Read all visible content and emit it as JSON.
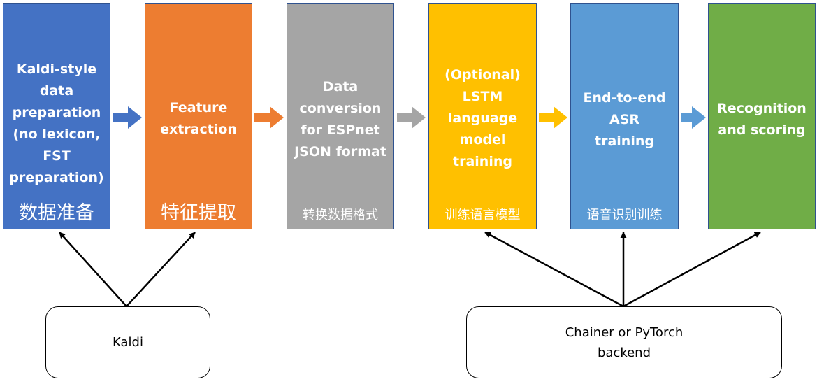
{
  "steps": [
    {
      "title": "Kaldi-style\ndata\npreparation\n(no lexicon,\nFST\npreparation)",
      "subtitle_cn": "数据准备",
      "color": "#4472c4"
    },
    {
      "title": "Feature\nextraction",
      "subtitle_cn": "特征提取",
      "color": "#ed7d31"
    },
    {
      "title": "Data\nconversion\nfor ESPnet\nJSON format",
      "subtitle_cn": "转换数据格式",
      "color": "#a5a5a5"
    },
    {
      "title": "(Optional)\nLSTM\nlanguage\nmodel\ntraining",
      "subtitle_cn": "训练语言模型",
      "color": "#ffc000"
    },
    {
      "title": "End-to-end\nASR\ntraining",
      "subtitle_cn": "语音识别训练",
      "color": "#5b9bd5"
    },
    {
      "title": "Recognition\nand scoring",
      "subtitle_cn": "",
      "color": "#70ad47"
    }
  ],
  "sources": [
    {
      "label": "Kaldi",
      "feeds": [
        "step-1",
        "step-2"
      ]
    },
    {
      "label": "Chainer or PyTorch\nbackend",
      "feeds": [
        "step-4",
        "step-5",
        "step-6"
      ]
    }
  ]
}
